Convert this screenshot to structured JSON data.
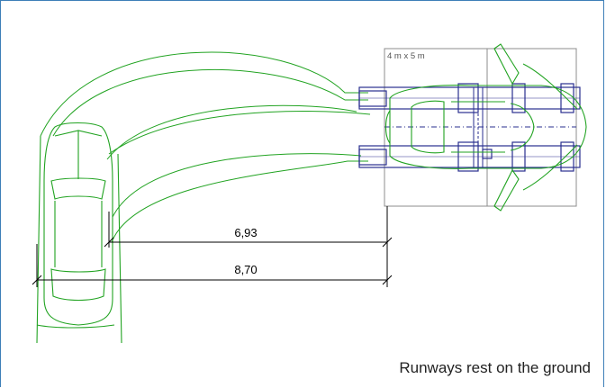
{
  "drawing": {
    "grid_label": "4 m x 5 m",
    "dimension_inner": "6,93",
    "dimension_outer": "8,70",
    "caption": "Runways rest on the ground"
  },
  "colors": {
    "frame": "#3d7fb8",
    "car": "#21a321",
    "lift": "#2a2f8f",
    "grid": "#8c8c8c",
    "dimension": "#000000",
    "caption": "#222222"
  }
}
